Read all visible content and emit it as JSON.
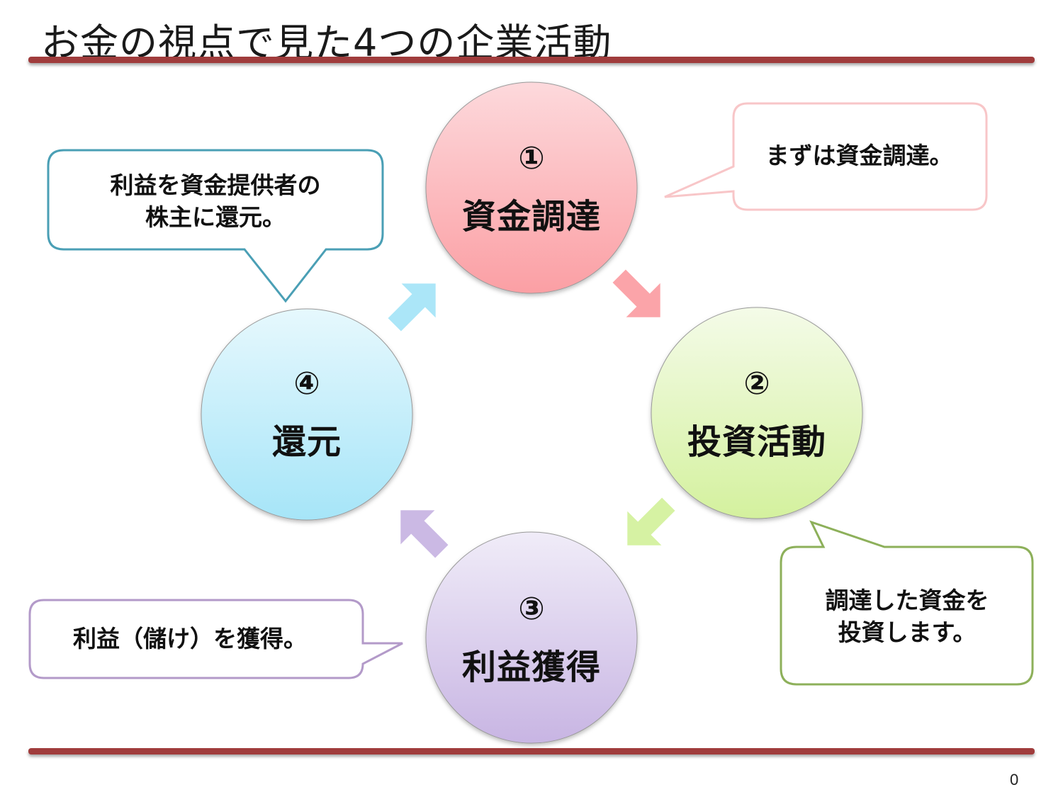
{
  "title": "お金の視点で見た4つの企業活動",
  "page_number": "0",
  "steps": [
    {
      "num": "①",
      "name": "資金調達",
      "color_top": "#fdd9dc",
      "color_bottom": "#fb9fa4"
    },
    {
      "num": "②",
      "name": "投資活動",
      "color_top": "#f4fbe8",
      "color_bottom": "#d4f19e"
    },
    {
      "num": "③",
      "name": "利益獲得",
      "color_top": "#f0ecf8",
      "color_bottom": "#c8b5e3"
    },
    {
      "num": "④",
      "name": "還元",
      "color_top": "#e6f8fd",
      "color_bottom": "#a6e5f8"
    }
  ],
  "callouts": [
    {
      "lines": [
        "まずは資金調達。"
      ],
      "border_color": "#f8c6c8"
    },
    {
      "lines": [
        "調達した資金を",
        "投資します。"
      ],
      "border_color": "#8db05a"
    },
    {
      "lines": [
        "利益（儲け）を獲得。"
      ],
      "border_color": "#b39ac9"
    },
    {
      "lines": [
        "利益を資金提供者の",
        "株主に還元。"
      ],
      "border_color": "#4a9fb5"
    }
  ],
  "colors": {
    "rule": "#a03c3c",
    "arrow_1_to_2": "#fb9fa4",
    "arrow_2_to_3": "#d4f19e",
    "arrow_3_to_4": "#c8b5e3",
    "arrow_4_to_1": "#a6e5f8"
  }
}
